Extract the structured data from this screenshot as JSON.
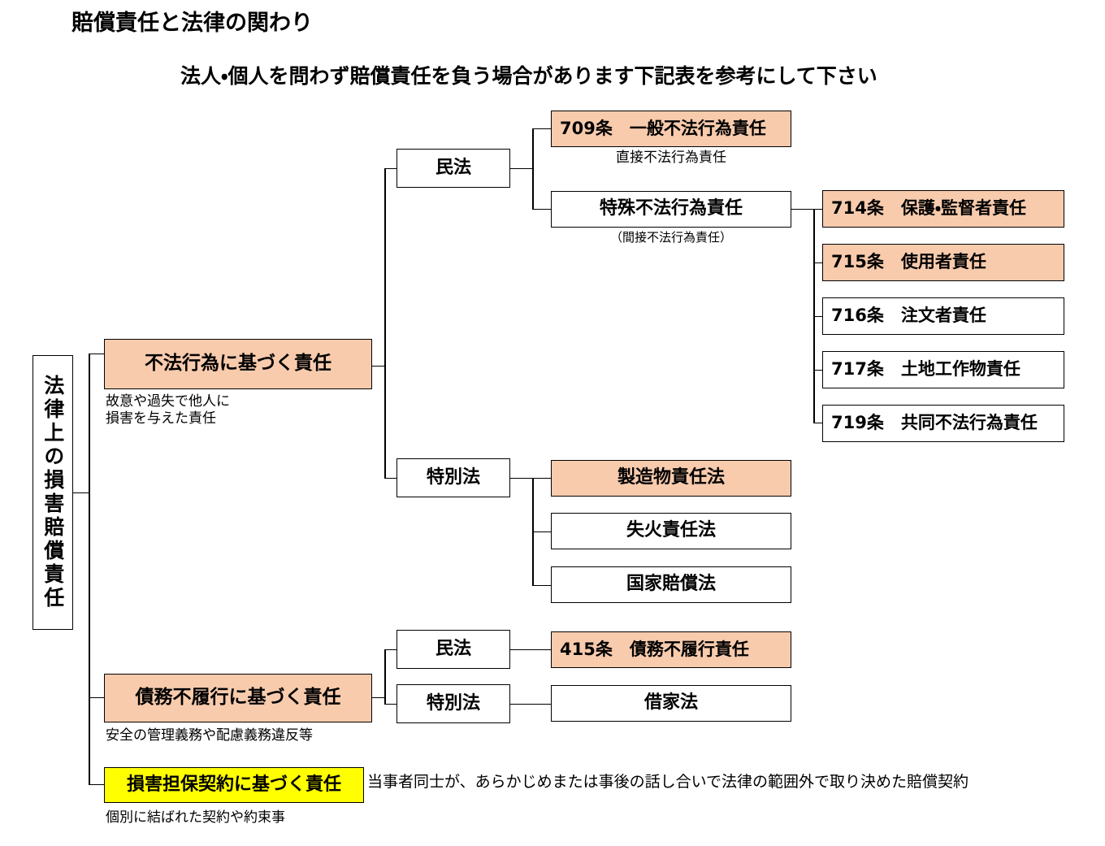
{
  "header": {
    "title": "賠償責任と法律の関わり",
    "subtitle": "法人・個人を問わず賠償責任を負う場合があります下記表を参考にして下さい"
  },
  "root": {
    "label": "法律上の損害賠償責任"
  },
  "branches": {
    "tort": {
      "label": "不法行為に基づく責任",
      "caption": "故意や過失で他人に\n損害を与えた責任",
      "color": "#f8cbad"
    },
    "default": {
      "label": "債務不履行に基づく責任",
      "caption": "安全の管理義務や配慮義務違反等",
      "color": "#f8cbad"
    },
    "indemnity": {
      "label": "損害担保契約に基づく責任",
      "caption": "個別に結ばれた契約や約束事",
      "note": "当事者同士が、あらかじめまたは事後の話し合いで法律の範囲外で取り決めた賠償契約",
      "color": "#ffff00"
    }
  },
  "tort_laws": {
    "civil_code": {
      "label": "民法"
    },
    "special_law": {
      "label": "特別法"
    },
    "civil_children": [
      {
        "label": "709条　一般不法行為責任",
        "caption": "直接不法行為責任",
        "color": "#f8cbad"
      },
      {
        "label": "特殊不法行為責任",
        "caption": "（間接不法行為責任）",
        "color": "#ffffff"
      }
    ],
    "articles": [
      {
        "label": "714条　保護・監督者責任",
        "color": "#f8cbad"
      },
      {
        "label": "715条　使用者責任",
        "color": "#f8cbad"
      },
      {
        "label": "716条　注文者責任",
        "color": "#ffffff"
      },
      {
        "label": "717条　土地工作物責任",
        "color": "#ffffff"
      },
      {
        "label": "719条　共同不法行為責任",
        "color": "#ffffff"
      }
    ],
    "special_children": [
      {
        "label": "製造物責任法",
        "color": "#f8cbad"
      },
      {
        "label": "失火責任法",
        "color": "#ffffff"
      },
      {
        "label": "国家賠償法",
        "color": "#ffffff"
      }
    ]
  },
  "default_laws": {
    "civil_code": {
      "label": "民法"
    },
    "special_law": {
      "label": "特別法"
    },
    "civil_child": {
      "label": "415条　債務不履行責任",
      "color": "#f8cbad"
    },
    "special_child": {
      "label": "借家法",
      "color": "#ffffff"
    }
  },
  "colors": {
    "accent_orange": "#f8cbad",
    "accent_yellow": "#ffff00",
    "line": "#000000",
    "background": "#ffffff"
  }
}
